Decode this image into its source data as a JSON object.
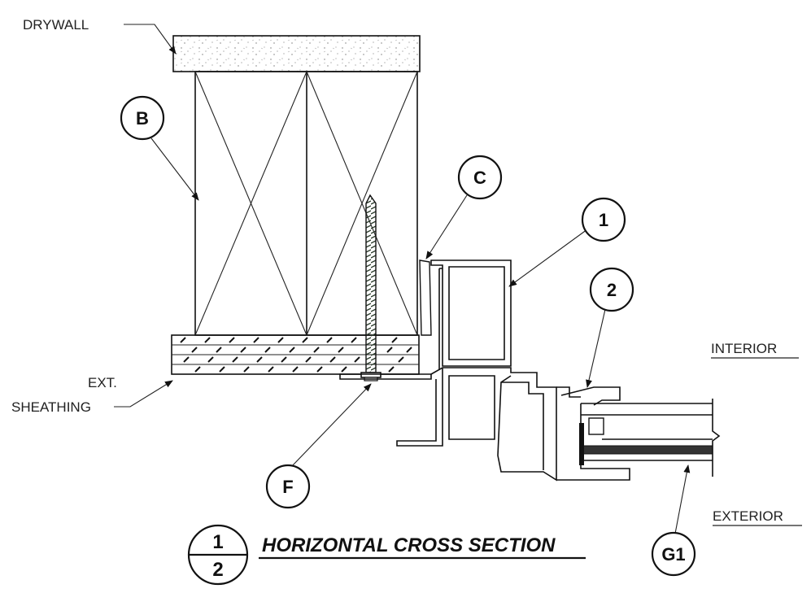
{
  "labels": {
    "drywall": "DRYWALL",
    "ext_sheathing_line1": "EXT.",
    "ext_sheathing_line2": "SHEATHING",
    "interior": "INTERIOR",
    "exterior": "EXTERIOR"
  },
  "callouts": {
    "b": "B",
    "c": "C",
    "f": "F",
    "one": "1",
    "two": "2",
    "g1": "G1"
  },
  "title": {
    "text": "HORIZONTAL CROSS SECTION",
    "detail_number": "1",
    "sheet_number": "2"
  }
}
